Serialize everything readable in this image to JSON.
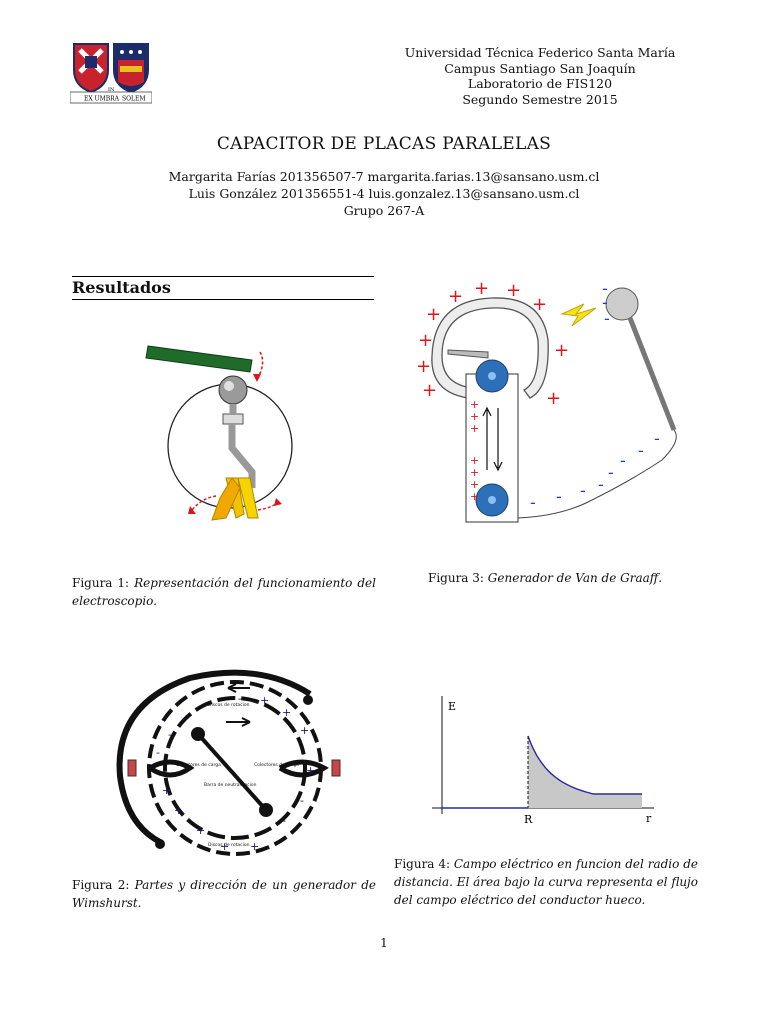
{
  "header": {
    "logo_motto_left": "EX UMBRA",
    "logo_motto_right": "SOLEM",
    "logo_motto_center": "IN",
    "lines": [
      "Universidad Técnica Federico Santa María",
      "Campus Santiago San Joaquín",
      "Laboratorio de FIS120",
      "Segundo Semestre 2015"
    ]
  },
  "title": "CAPACITOR DE PLACAS PARALELAS",
  "authors": [
    "Margarita Farías 201356507-7 margarita.farias.13@sansano.usm.cl",
    "Luis González 201356551-4 luis.gonzalez.13@sansano.usm.cl",
    "Grupo 267-A"
  ],
  "section_title": "Resultados",
  "figures": {
    "fig1": {
      "label": "Figura 1:",
      "text": "Representación del funcionamiento del electroscopio."
    },
    "fig2": {
      "label": "Figura 2:",
      "text": "Partes y dirección de un generador de Wimshurst.",
      "diagram_labels": {
        "top_disc": "Discos de rotacion",
        "bottom_disc": "Discos de rotacion",
        "left_collector": "Colectores de carga",
        "right_collector": "Colectores de carga",
        "bar": "Barra de neutralizacion"
      }
    },
    "fig3": {
      "label": "Figura 3:",
      "text": "Generador de Van de Graaff."
    },
    "fig4": {
      "label": "Figura 4:",
      "text": "Campo eléctrico en funcion del radio de distancia. El área bajo la curva representa el flujo del campo eléctrico del conductor hueco.",
      "axis_y": "E",
      "tick_R": "R",
      "axis_x": "r"
    }
  },
  "page_number": "1",
  "colors": {
    "text": "#111111",
    "rod_green": "#1f6b2a",
    "leaf_yellow": "#f2c300",
    "minus_blue": "#1a3fd6",
    "plus_red": "#e0151b",
    "curve_blue": "#2a2aa8",
    "fill_gray": "#c8c8c8"
  }
}
